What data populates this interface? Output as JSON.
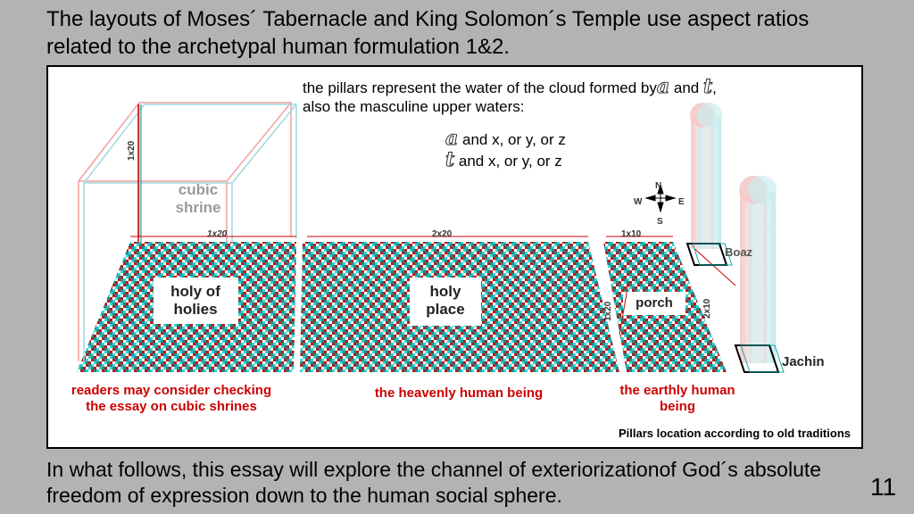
{
  "slide": {
    "title": "The layouts of Moses´ Tabernacle and King Solomon´s Temple use aspect ratios related to the archetypal human formulation 1&2.",
    "footer": "In what follows, this essay will explore the channel of exteriorizationof God´s absolute freedom of expression down to the human social sphere.",
    "page_number": "11"
  },
  "diagram": {
    "note_line1": "the pillars represent the water of the cloud formed by",
    "note_glyph_a": "a",
    "note_and": " and ",
    "note_glyph_t": "t",
    "note_line1_end": ",",
    "note_line2": "also the masculine upper waters:",
    "note_line3_rest": " and x, or y, or z",
    "note_line4_rest": " and x, or y, or z",
    "compass": {
      "n": "N",
      "s": "S",
      "e": "E",
      "w": "W"
    },
    "shrine_label": "cubic shrine",
    "holies_label": "holy of holies",
    "place_label": "holy place",
    "porch_label": "porch",
    "dim_shrine_height": "1x20",
    "dim_holies": "1x20",
    "dim_place": "2x20",
    "dim_porch": "1x10",
    "dim_porch_side1": "1x20",
    "dim_porch_side2": "2x10",
    "pillar_boaz": "Boaz",
    "pillar_jachin": "Jachin",
    "caption_left": "readers may consider checking the essay on cubic shrines",
    "caption_middle": "the heavenly human being",
    "caption_right": "the earthly human being",
    "credit": "Pillars location according to old traditions"
  }
}
